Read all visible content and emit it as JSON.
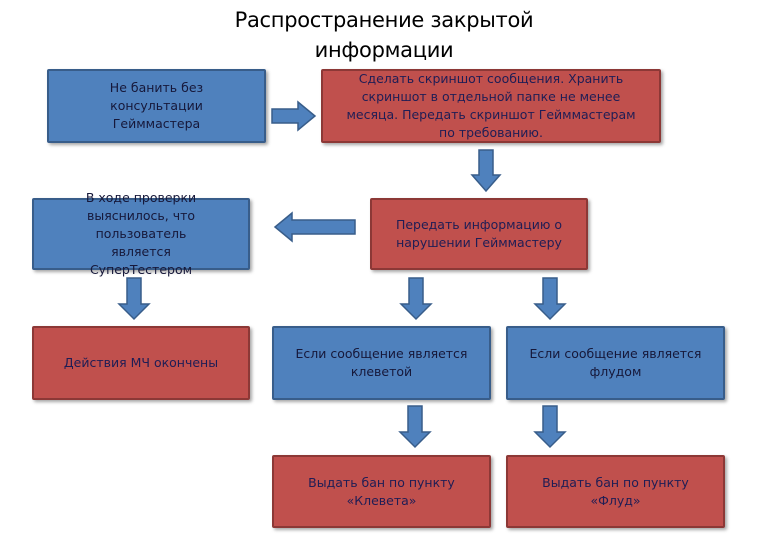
{
  "title": {
    "line1": "Распространение закрытой",
    "line2": "информации"
  },
  "colors": {
    "blue_fill": "#4f81bd",
    "blue_border": "#385d8a",
    "red_fill": "#c0504d",
    "red_border": "#8c3836"
  },
  "nodes": {
    "no_ban": "Не банить без консультации Гейммастера",
    "screenshot": "Сделать скриншот сообщения. Хранить скриншот в отдельной папке не менее месяца. Передать скриншот Гейммастерам по требованию.",
    "report_gm": "Передать информацию о нарушении Гейммастеру",
    "supertester": "В ходе проверки выяснилось, что пользователь является СуперТестером",
    "actions_done": "Действия МЧ окончены",
    "if_slander": "Если сообщение является клеветой",
    "if_flood": "Если сообщение является флудом",
    "ban_slander": "Выдать бан по пункту «Клевета»",
    "ban_flood": "Выдать бан по пункту «Флуд»"
  },
  "edges": [
    {
      "from": "no_ban",
      "to": "screenshot",
      "direction": "right"
    },
    {
      "from": "screenshot",
      "to": "report_gm",
      "direction": "down"
    },
    {
      "from": "report_gm",
      "to": "supertester",
      "direction": "left"
    },
    {
      "from": "supertester",
      "to": "actions_done",
      "direction": "down"
    },
    {
      "from": "report_gm",
      "to": "if_slander",
      "direction": "down"
    },
    {
      "from": "report_gm",
      "to": "if_flood",
      "direction": "down"
    },
    {
      "from": "if_slander",
      "to": "ban_slander",
      "direction": "down"
    },
    {
      "from": "if_flood",
      "to": "ban_flood",
      "direction": "down"
    }
  ]
}
